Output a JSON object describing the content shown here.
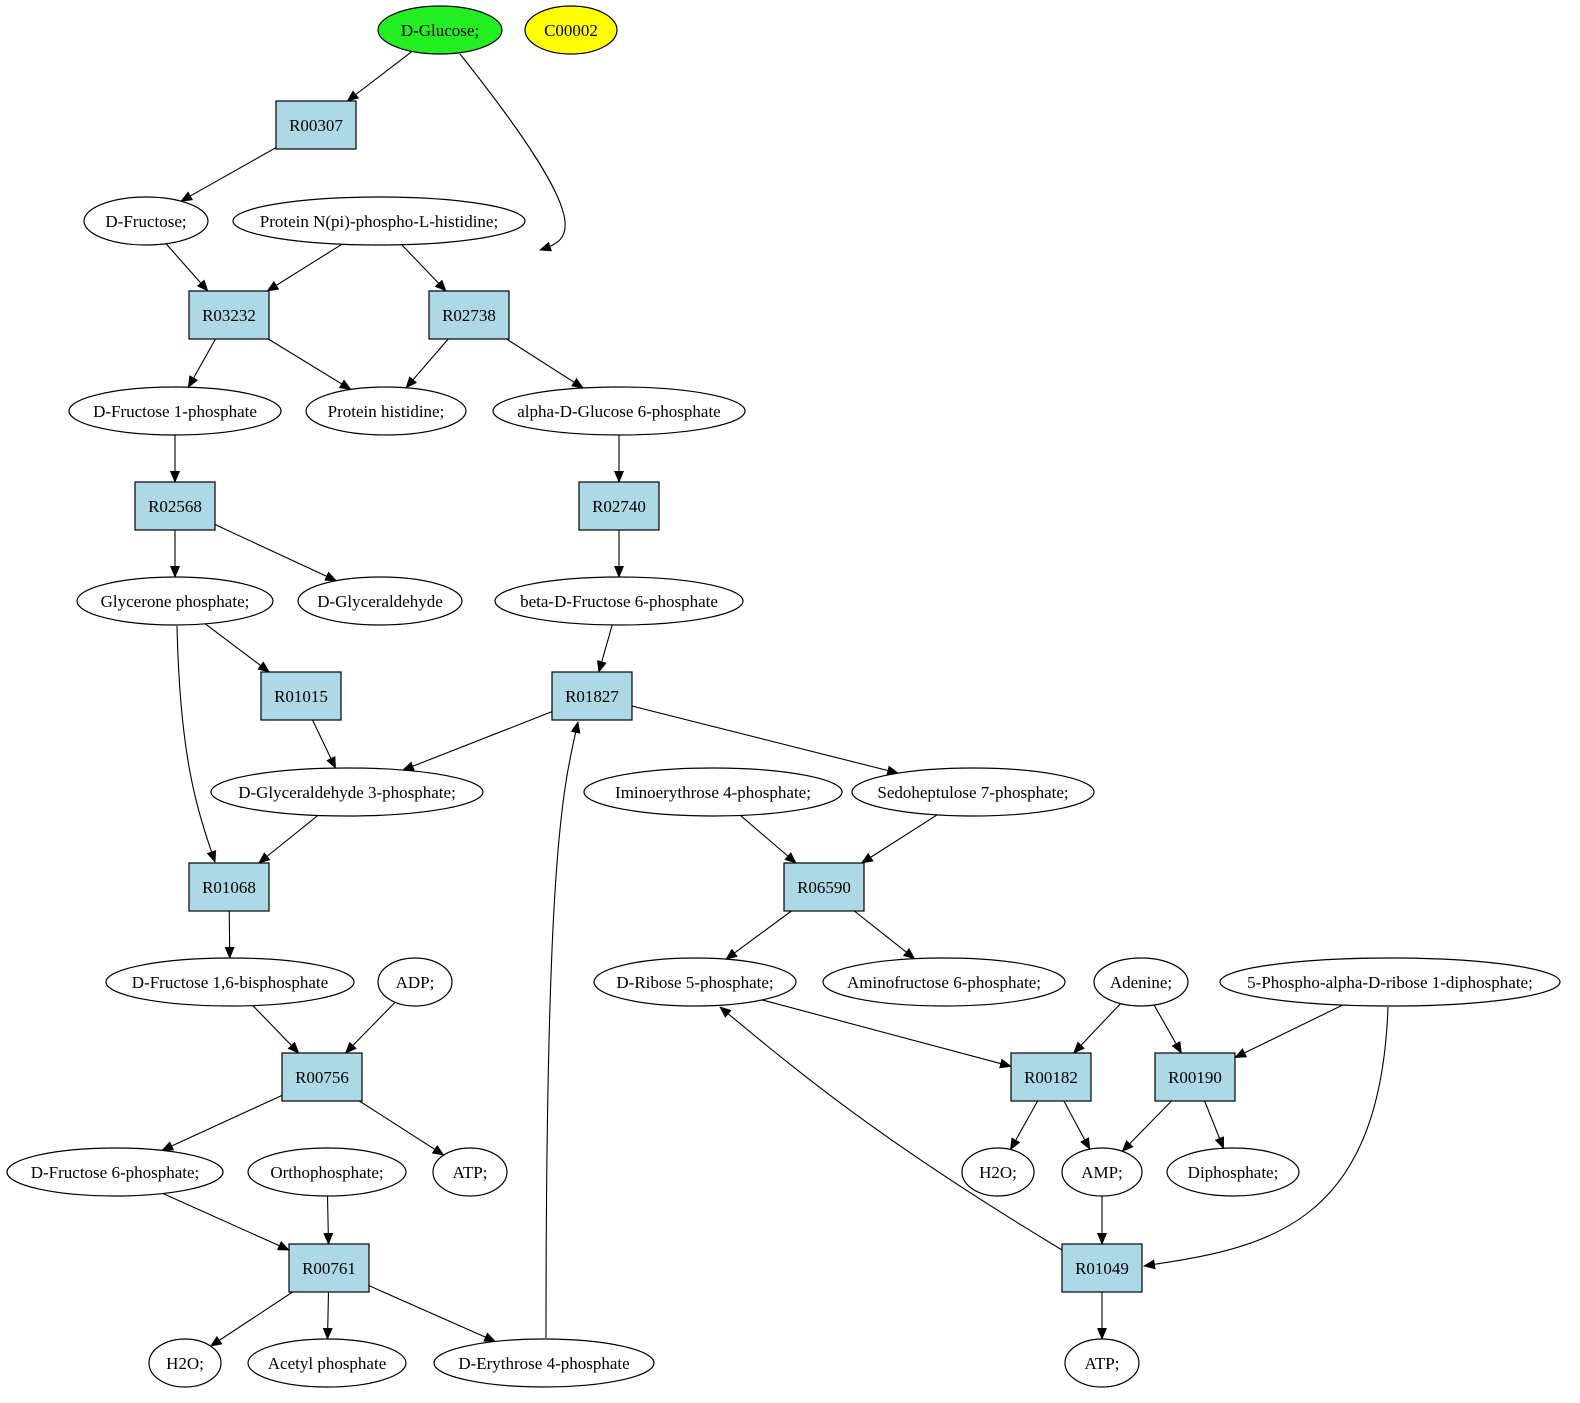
{
  "colors": {
    "reaction_fill": "#add8e6",
    "compound_fill": "#ffffff",
    "start_compound_fill": "#22ee22",
    "highlight_compound_fill": "#ffff00",
    "stroke": "#000000"
  },
  "compounds": [
    {
      "id": "glucose",
      "label": "D-Glucose;",
      "fill": "#22ee22"
    },
    {
      "id": "c00002",
      "label": "C00002",
      "fill": "#ffff00"
    },
    {
      "id": "fructose",
      "label": "D-Fructose;"
    },
    {
      "id": "protein_nphis",
      "label": "Protein N(pi)-phospho-L-histidine;"
    },
    {
      "id": "fru1p",
      "label": "D-Fructose 1-phosphate"
    },
    {
      "id": "prot_his",
      "label": "Protein histidine;"
    },
    {
      "id": "glc6p",
      "label": "alpha-D-Glucose 6-phosphate"
    },
    {
      "id": "dhap",
      "label": "Glycerone phosphate;"
    },
    {
      "id": "glyceraldehyde",
      "label": "D-Glyceraldehyde"
    },
    {
      "id": "fru6p_beta",
      "label": "beta-D-Fructose 6-phosphate"
    },
    {
      "id": "g3p",
      "label": "D-Glyceraldehyde 3-phosphate;"
    },
    {
      "id": "imino_e4p",
      "label": "Iminoerythrose 4-phosphate;"
    },
    {
      "id": "s7p",
      "label": "Sedoheptulose 7-phosphate;"
    },
    {
      "id": "fbp",
      "label": "D-Fructose 1,6-bisphosphate"
    },
    {
      "id": "adp",
      "label": "ADP;"
    },
    {
      "id": "r5p",
      "label": "D-Ribose 5-phosphate;"
    },
    {
      "id": "aminofru6p",
      "label": "Aminofructose 6-phosphate;"
    },
    {
      "id": "adenine",
      "label": "Adenine;"
    },
    {
      "id": "prpp",
      "label": "5-Phospho-alpha-D-ribose 1-diphosphate;"
    },
    {
      "id": "fru6p",
      "label": "D-Fructose 6-phosphate;"
    },
    {
      "id": "pi",
      "label": "Orthophosphate;"
    },
    {
      "id": "atp1",
      "label": "ATP;"
    },
    {
      "id": "h2o_a",
      "label": "H2O;"
    },
    {
      "id": "amp",
      "label": "AMP;"
    },
    {
      "id": "ppi",
      "label": "Diphosphate;"
    },
    {
      "id": "h2o_b",
      "label": "H2O;"
    },
    {
      "id": "acetylp",
      "label": "Acetyl phosphate"
    },
    {
      "id": "e4p",
      "label": "D-Erythrose 4-phosphate"
    },
    {
      "id": "atp2",
      "label": "ATP;"
    }
  ],
  "reactions": [
    {
      "id": "r00307",
      "label": "R00307"
    },
    {
      "id": "r03232",
      "label": "R03232"
    },
    {
      "id": "r02738",
      "label": "R02738"
    },
    {
      "id": "r02568",
      "label": "R02568"
    },
    {
      "id": "r02740",
      "label": "R02740"
    },
    {
      "id": "r01015",
      "label": "R01015"
    },
    {
      "id": "r01827",
      "label": "R01827"
    },
    {
      "id": "r01068",
      "label": "R01068"
    },
    {
      "id": "r06590",
      "label": "R06590"
    },
    {
      "id": "r00756",
      "label": "R00756"
    },
    {
      "id": "r00182",
      "label": "R00182"
    },
    {
      "id": "r00190",
      "label": "R00190"
    },
    {
      "id": "r00761",
      "label": "R00761"
    },
    {
      "id": "r01049",
      "label": "R01049"
    }
  ],
  "edges": [
    {
      "from": "glucose",
      "to": "r00307"
    },
    {
      "from": "glucose",
      "to": "r02738"
    },
    {
      "from": "r00307",
      "to": "fructose"
    },
    {
      "from": "fructose",
      "to": "r03232"
    },
    {
      "from": "protein_nphis",
      "to": "r03232"
    },
    {
      "from": "protein_nphis",
      "to": "r02738"
    },
    {
      "from": "r03232",
      "to": "fru1p"
    },
    {
      "from": "r03232",
      "to": "prot_his"
    },
    {
      "from": "r02738",
      "to": "prot_his"
    },
    {
      "from": "r02738",
      "to": "glc6p"
    },
    {
      "from": "fru1p",
      "to": "r02568"
    },
    {
      "from": "glc6p",
      "to": "r02740"
    },
    {
      "from": "r02568",
      "to": "dhap"
    },
    {
      "from": "r02568",
      "to": "glyceraldehyde"
    },
    {
      "from": "r02740",
      "to": "fru6p_beta"
    },
    {
      "from": "dhap",
      "to": "r01015"
    },
    {
      "from": "dhap",
      "to": "r01068"
    },
    {
      "from": "fru6p_beta",
      "to": "r01827"
    },
    {
      "from": "r01015",
      "to": "g3p"
    },
    {
      "from": "r01827",
      "to": "g3p"
    },
    {
      "from": "r01827",
      "to": "s7p"
    },
    {
      "from": "e4p",
      "to": "r01827"
    },
    {
      "from": "g3p",
      "to": "r01068"
    },
    {
      "from": "imino_e4p",
      "to": "r06590"
    },
    {
      "from": "s7p",
      "to": "r06590"
    },
    {
      "from": "r01068",
      "to": "fbp"
    },
    {
      "from": "r06590",
      "to": "r5p"
    },
    {
      "from": "r06590",
      "to": "aminofru6p"
    },
    {
      "from": "fbp",
      "to": "r00756"
    },
    {
      "from": "adp",
      "to": "r00756"
    },
    {
      "from": "r5p",
      "to": "r00182"
    },
    {
      "from": "adenine",
      "to": "r00182"
    },
    {
      "from": "adenine",
      "to": "r00190"
    },
    {
      "from": "prpp",
      "to": "r00190"
    },
    {
      "from": "prpp",
      "to": "r01049"
    },
    {
      "from": "r00756",
      "to": "fru6p"
    },
    {
      "from": "r00756",
      "to": "atp1"
    },
    {
      "from": "fru6p",
      "to": "r00761"
    },
    {
      "from": "pi",
      "to": "r00761"
    },
    {
      "from": "r00182",
      "to": "h2o_a"
    },
    {
      "from": "r00182",
      "to": "amp"
    },
    {
      "from": "r00190",
      "to": "amp"
    },
    {
      "from": "r00190",
      "to": "ppi"
    },
    {
      "from": "amp",
      "to": "r01049"
    },
    {
      "from": "r01049",
      "to": "r5p"
    },
    {
      "from": "r00761",
      "to": "h2o_b"
    },
    {
      "from": "r00761",
      "to": "acetylp"
    },
    {
      "from": "r00761",
      "to": "e4p"
    },
    {
      "from": "r01049",
      "to": "atp2"
    }
  ]
}
